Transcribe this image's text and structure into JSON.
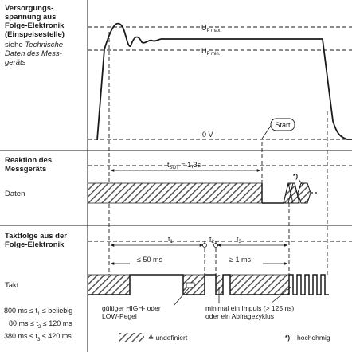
{
  "left_panel": {
    "supply_heading": [
      "Versorgungs-",
      "spannung aus",
      "Folge-Elektronik",
      "(Einspeisestelle)"
    ],
    "supply_note_prefix": "siehe",
    "supply_note_italic": [
      "Technische",
      "Daten des Mess-",
      "geräts"
    ],
    "reaction_heading": [
      "Reaktion des",
      "Messgeräts"
    ],
    "data_label": "Daten",
    "clock_heading": [
      "Taktfolge aus der",
      "Folge-Elektronik"
    ],
    "clock_label": "Takt",
    "conditions": [
      {
        "range": "800 ms ≤ t",
        "sub": "1",
        "tail": " ≤ beliebig"
      },
      {
        "range": "80 ms ≤ t",
        "sub": "2",
        "tail": " ≤ 120 ms"
      },
      {
        "range": "380 ms ≤ t",
        "sub": "3",
        "tail": " ≤ 420 ms"
      }
    ]
  },
  "diagram": {
    "up_max": {
      "main": "U",
      "sub": "P max."
    },
    "up_min": {
      "main": "U",
      "sub": "P min."
    },
    "zero_volt": "0 V",
    "start": "Start",
    "tsot": {
      "main": "t",
      "sub": "SOT",
      "tail": " = 1,3s"
    },
    "t1": {
      "main": "t",
      "sub": "1"
    },
    "t2": {
      "main": "t",
      "sub": "2"
    },
    "t3": {
      "main": "t",
      "sub": "3"
    },
    "le50": "≤ 50 ms",
    "ge1": "≥ 1 ms",
    "star_mark": "*)",
    "note_valid": [
      "gültiger HIGH- oder",
      "LOW-Pegel"
    ],
    "note_pulse": [
      "minimal ein Impuls (> 125 ns)",
      "oder ein Abfragezyklus"
    ],
    "legend_undefined": "≙ undefiniert",
    "legend_star": "*)",
    "legend_highz": "hochohmig"
  },
  "colors": {
    "line": "#1a1a1a",
    "hatch": "#555555"
  }
}
